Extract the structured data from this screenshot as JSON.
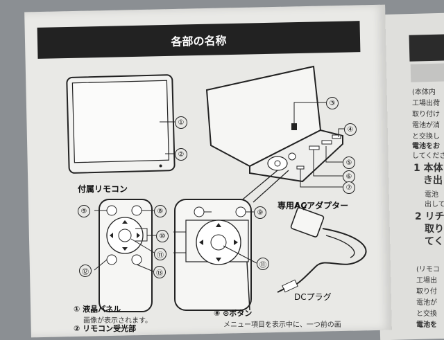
{
  "section_title": "各部の名称",
  "remote_title": "付属リモコン",
  "adapter_title": "専用ACアダプター",
  "dc_plug": "DCプラグ",
  "num": {
    "n1": "①",
    "n2": "②",
    "n3": "③",
    "n4": "④",
    "n5": "⑤",
    "n6": "⑥",
    "n7": "⑦",
    "n8": "⑧",
    "n9": "⑨",
    "n10": "⑩",
    "n11": "⑪",
    "n12": "⑫",
    "n13": "⑬"
  },
  "desc": {
    "item1_title": "① 液晶パネル",
    "item1_sub": "画像が表示されます。",
    "item2_title": "② リモコン受光部",
    "item8_title": "⑧ ⊙ボタン",
    "item8_sub": "メニュー項目を表示中に、一つ前の画"
  },
  "right": {
    "r1": "(本体内",
    "r2": "工場出荷",
    "r3": "取り付け",
    "r4": "電池が消",
    "r5": "と交換し",
    "r6": "電池をお",
    "r7": "してくださ",
    "r8": "1 本体",
    "r9": "き出",
    "r10": "電池",
    "r11": "出して",
    "r12": "2 リチ",
    "r13": "取り",
    "r14": "てく",
    "r15": "(リモコ",
    "r16": "工場出",
    "r17": "取り付",
    "r18": "電池が",
    "r19": "と交換",
    "r20": "電池を"
  }
}
